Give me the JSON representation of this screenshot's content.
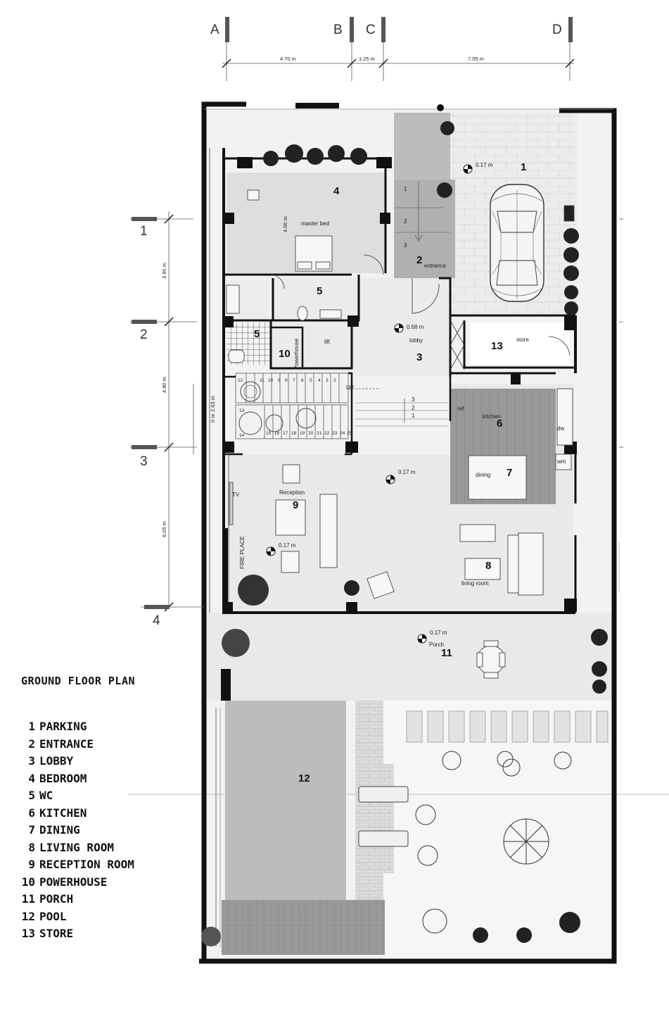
{
  "title": "GROUND FLOOR PLAN",
  "legend": [
    {
      "num": "1",
      "name": "PARKING"
    },
    {
      "num": "2",
      "name": "ENTRANCE"
    },
    {
      "num": "3",
      "name": "LOBBY"
    },
    {
      "num": "4",
      "name": "BEDROOM"
    },
    {
      "num": "5",
      "name": "WC"
    },
    {
      "num": "6",
      "name": "KITCHEN"
    },
    {
      "num": "7",
      "name": "DINING"
    },
    {
      "num": "8",
      "name": "LIVING ROOM"
    },
    {
      "num": "9",
      "name": "RECEPTION ROOM"
    },
    {
      "num": "10",
      "name": "POWERHOUSE"
    },
    {
      "num": "11",
      "name": "PORCH"
    },
    {
      "num": "12",
      "name": "POOL"
    },
    {
      "num": "13",
      "name": "STORE"
    }
  ],
  "grid": {
    "columns": [
      "A",
      "B",
      "C",
      "D"
    ],
    "rows": [
      "1",
      "2",
      "3",
      "4"
    ],
    "column_dims": [
      "4.70 m",
      "1.25 m",
      "7.05 m"
    ],
    "row_dims": [
      "3.90 m",
      "4.80 m",
      "6.05 m"
    ],
    "stair_dims": [
      "2.63 m",
      "0 m"
    ]
  },
  "rooms": {
    "parking": {
      "num": "1",
      "level": "0.17 m"
    },
    "entrance": {
      "num": "2",
      "label": "entrance",
      "steps": [
        "1",
        "2",
        "3"
      ]
    },
    "lobby": {
      "num": "3",
      "label": "lobby",
      "level": "0.68 m"
    },
    "bedroom": {
      "num": "4",
      "label": "master bed",
      "dim": "4.00 m"
    },
    "wc1": {
      "num": "5"
    },
    "wc2": {
      "num": "5"
    },
    "kitchen": {
      "num": "6",
      "label": "kitchen",
      "ref": "ref",
      "dw": "dw",
      "wm": "wm"
    },
    "dining": {
      "num": "7",
      "label": "dining"
    },
    "living": {
      "num": "8",
      "label": "living room"
    },
    "reception": {
      "num": "9",
      "label": "Reception",
      "level": "0.17 m",
      "level2": "0.17 m",
      "tv": "TV",
      "fireplace": "FIRE PLACE"
    },
    "powerhouse": {
      "num": "10",
      "label": "Powerhouse"
    },
    "lift": {
      "label": "lift"
    },
    "porch": {
      "num": "11",
      "label": "Porch",
      "level": "0.17 m"
    },
    "pool": {
      "num": "12"
    },
    "store": {
      "num": "13",
      "label": "store"
    }
  },
  "stairs": {
    "up": "UP",
    "top_row": [
      "12",
      "11",
      "10",
      "9",
      "8",
      "7",
      "6",
      "5",
      "4",
      "3",
      "2"
    ],
    "bottom_row": [
      "15",
      "16",
      "17",
      "18",
      "19",
      "20",
      "21",
      "22",
      "23",
      "24",
      "25"
    ],
    "landing": [
      "13",
      "14"
    ],
    "side_steps": [
      "3",
      "2",
      "1"
    ]
  }
}
